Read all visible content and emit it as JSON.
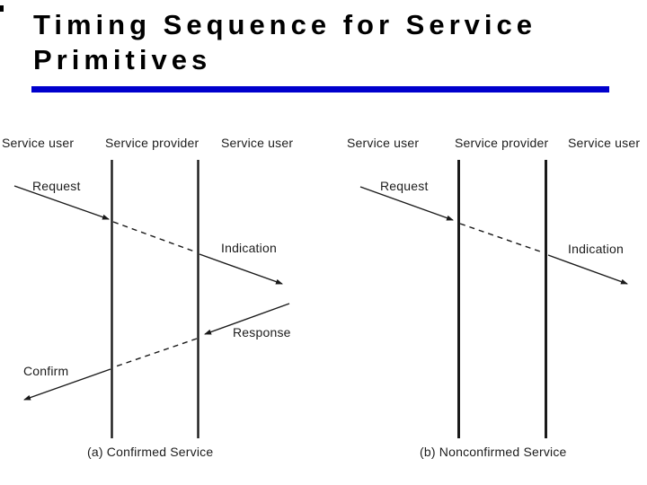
{
  "slide": {
    "title": "Timing Sequence for Service Primitives",
    "accent_color": "#0000CD",
    "background_color": "#FFFFFF",
    "text_color": "#000000"
  },
  "diagrams": {
    "confirmed": {
      "columns": [
        "Service user",
        "Service provider",
        "Service user"
      ],
      "primitives": {
        "request": "Request",
        "indication": "Indication",
        "response": "Response",
        "confirm": "Confirm"
      },
      "caption": "(a) Confirmed Service"
    },
    "nonconfirmed": {
      "columns": [
        "Service user",
        "Service provider",
        "Service user"
      ],
      "primitives": {
        "request": "Request",
        "indication": "Indication"
      },
      "caption": "(b) Nonconfirmed Service"
    }
  }
}
